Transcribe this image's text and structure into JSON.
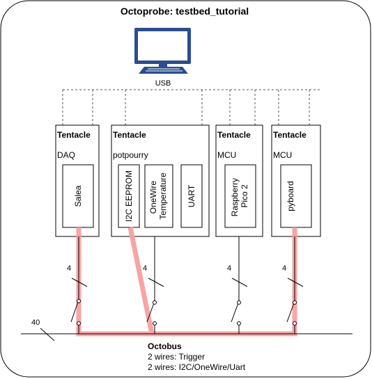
{
  "title": "Octoprobe: testbed_tutorial",
  "computer": {
    "icon": "computer-icon",
    "usb_label": "USB"
  },
  "tentacles": [
    {
      "heading": "Tentacle",
      "role": "DAQ",
      "devices": [
        "Salea"
      ]
    },
    {
      "heading": "Tentacle",
      "role": "potpourry",
      "devices": [
        "I2C EEPROM",
        "OneWire Temperature",
        "UART"
      ]
    },
    {
      "heading": "Tentacle",
      "role": "MCU",
      "devices": [
        "Raspberry Pico 2"
      ]
    },
    {
      "heading": "Tentacle",
      "role": "MCU",
      "devices": [
        "pyboard"
      ]
    }
  ],
  "bus_wire_counts": [
    "4",
    "4",
    "4",
    "4"
  ],
  "octobus": {
    "wire_count": "40",
    "title": "Octobus",
    "lines": [
      "2 wires: Trigger",
      "2 wires: I2C/OneWire/Uart"
    ]
  },
  "colors": {
    "highlight": "#f8a0a0",
    "border": "#000000",
    "dash": "#555555"
  }
}
